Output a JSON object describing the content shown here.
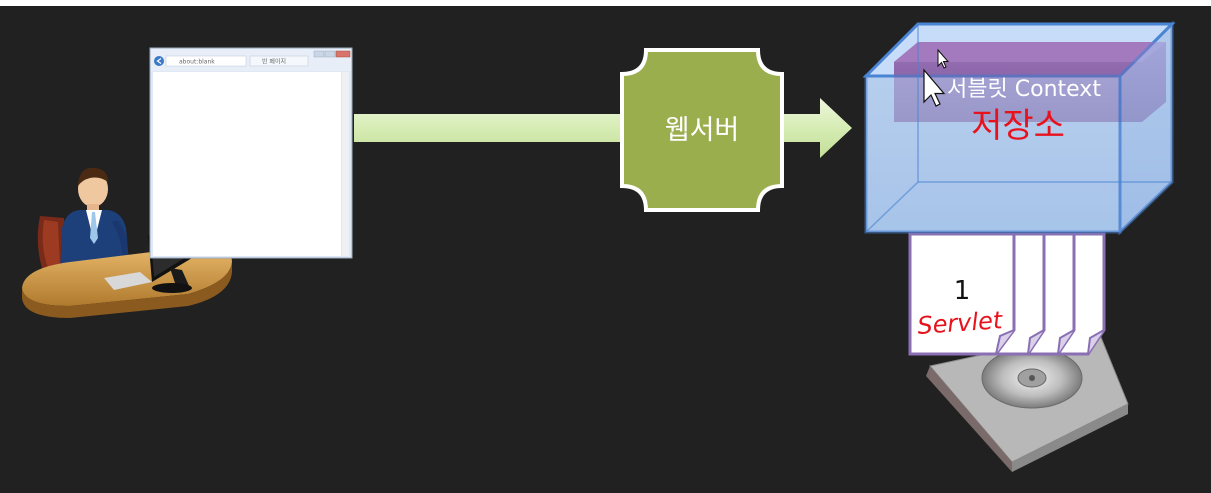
{
  "browser": {
    "address_text": "about:blank",
    "tab_text": "빈 페이지"
  },
  "web_server": {
    "label": "웹서버"
  },
  "context_box": {
    "label": "서블릿 Context",
    "annotation": "저장소"
  },
  "servlet_stack": {
    "number": "1",
    "annotation": "Servlet"
  },
  "colors": {
    "background": "#212121",
    "arrow_fill": "#d6ecb4",
    "server_fill": "#9aae4e",
    "box_fill": "#b9d4f6",
    "box_edge": "#4a84d4",
    "context_bar": "#7e4f96",
    "annotation_red": "#e8121c",
    "doc_border": "#8a6fb3"
  }
}
